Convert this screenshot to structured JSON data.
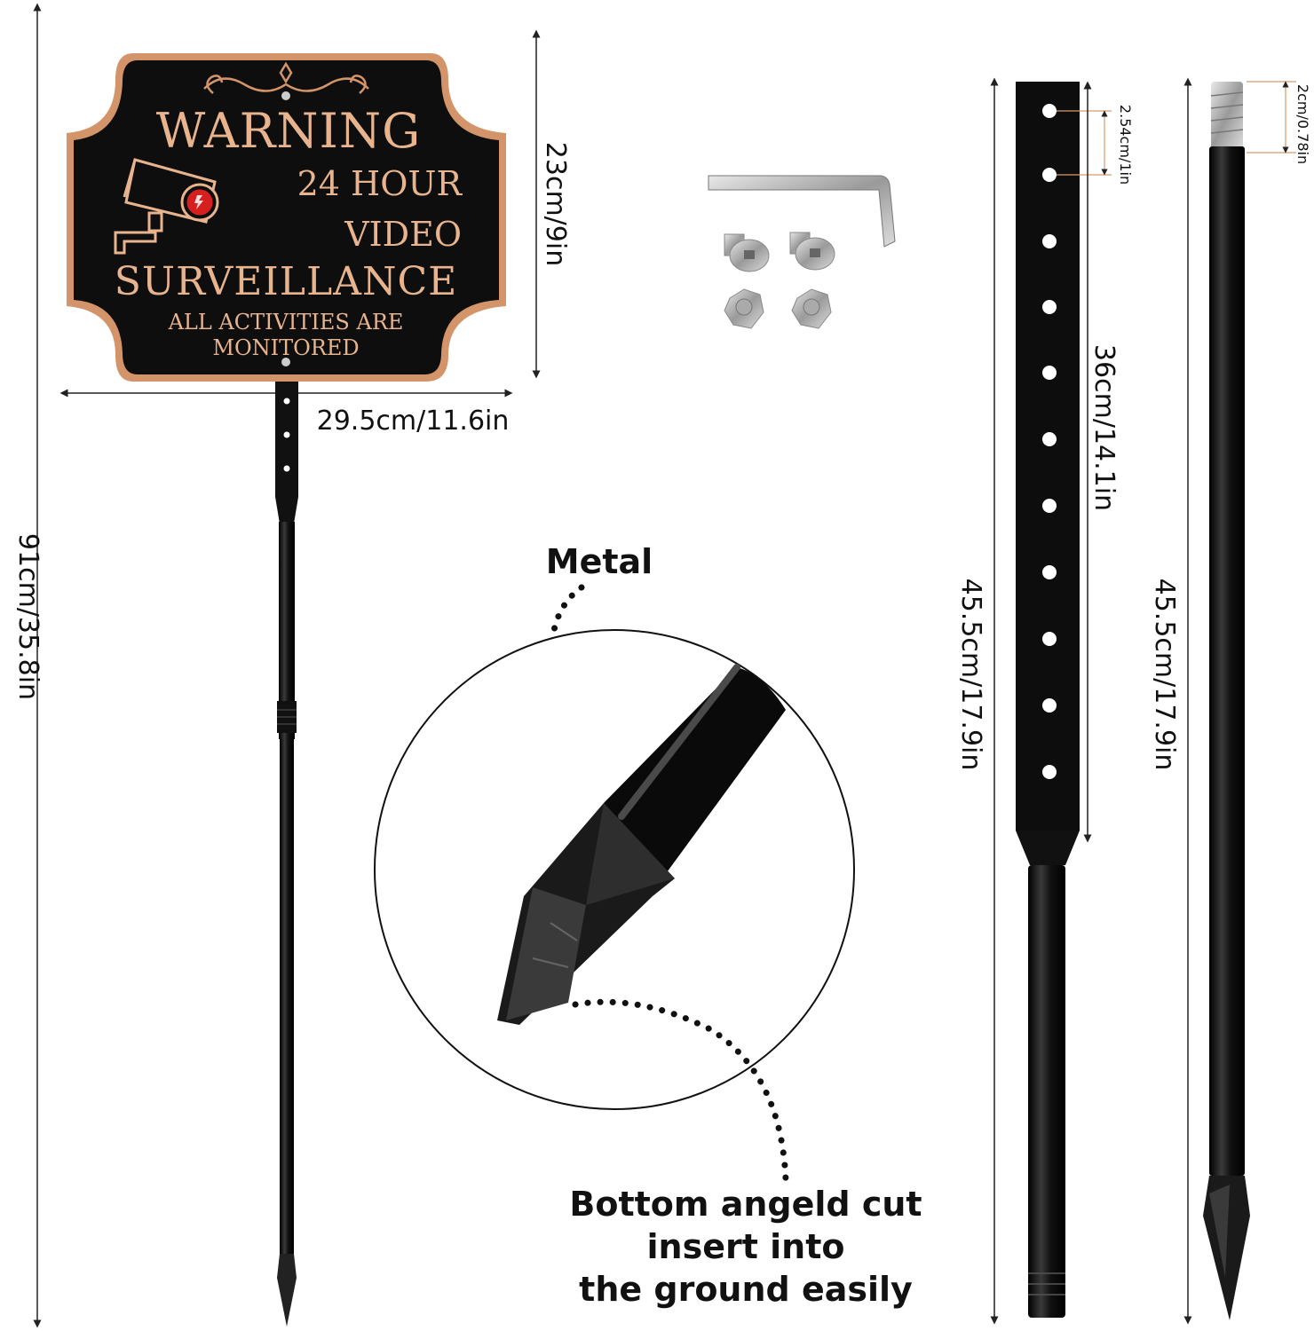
{
  "sign": {
    "line1": "WARNING",
    "line2": "24 HOUR",
    "line3": "VIDEO",
    "line4": "SURVEILLANCE",
    "line5": "ALL ACTIVITIES ARE",
    "line6": "MONITORED"
  },
  "dimensions": {
    "total_height": "91cm/35.8in",
    "sign_height": "23cm/9in",
    "sign_width": "29.5cm/11.6in",
    "hole_spacing": "2.54cm/1in",
    "hole_section": "36cm/14.1in",
    "upper_stake": "45.5cm/17.9in",
    "lower_stake": "45.5cm/17.9in",
    "connector": "2cm/0.78in"
  },
  "callouts": {
    "material": "Metal",
    "tip_line1": "Bottom angeld cut",
    "tip_line2": "insert into",
    "tip_line3": "the ground easily"
  },
  "colors": {
    "sign_body": "#0e0e0e",
    "sign_border": "#d4946a",
    "sign_text": "#e8b48e",
    "camera_lens": "#d62020",
    "stake": "#111111",
    "dimension_line": "#222222",
    "accent_line": "#d89a6a"
  }
}
